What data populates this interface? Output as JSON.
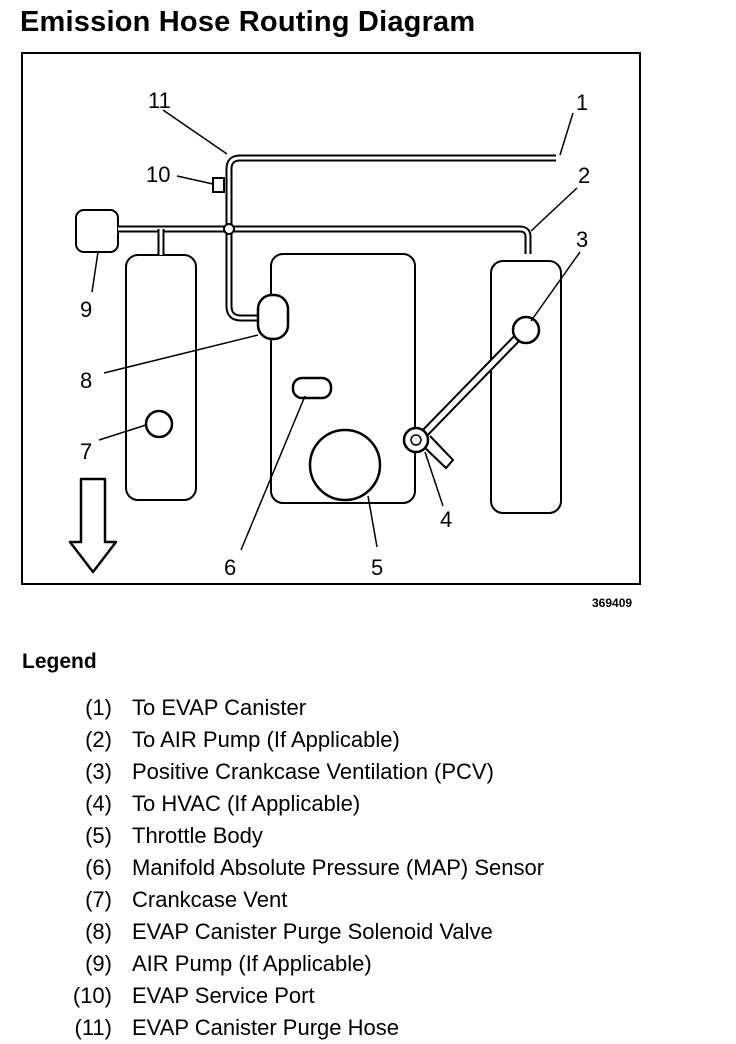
{
  "title": "Emission Hose Routing Diagram",
  "figure_id": "369409",
  "callouts": [
    "1",
    "2",
    "3",
    "4",
    "5",
    "6",
    "7",
    "8",
    "9",
    "10",
    "11"
  ],
  "legend": {
    "title": "Legend",
    "items": [
      {
        "num": "(1)",
        "label": "To EVAP Canister"
      },
      {
        "num": "(2)",
        "label": "To AIR Pump (If Applicable)"
      },
      {
        "num": "(3)",
        "label": "Positive Crankcase Ventilation (PCV)"
      },
      {
        "num": "(4)",
        "label": "To HVAC (If Applicable)"
      },
      {
        "num": "(5)",
        "label": "Throttle Body"
      },
      {
        "num": "(6)",
        "label": "Manifold Absolute Pressure (MAP) Sensor"
      },
      {
        "num": "(7)",
        "label": "Crankcase Vent"
      },
      {
        "num": "(8)",
        "label": "EVAP Canister Purge Solenoid Valve"
      },
      {
        "num": "(9)",
        "label": "AIR Pump (If Applicable)"
      },
      {
        "num": "(10)",
        "label": "EVAP Service Port"
      },
      {
        "num": "(11)",
        "label": "EVAP Canister Purge Hose"
      }
    ]
  }
}
